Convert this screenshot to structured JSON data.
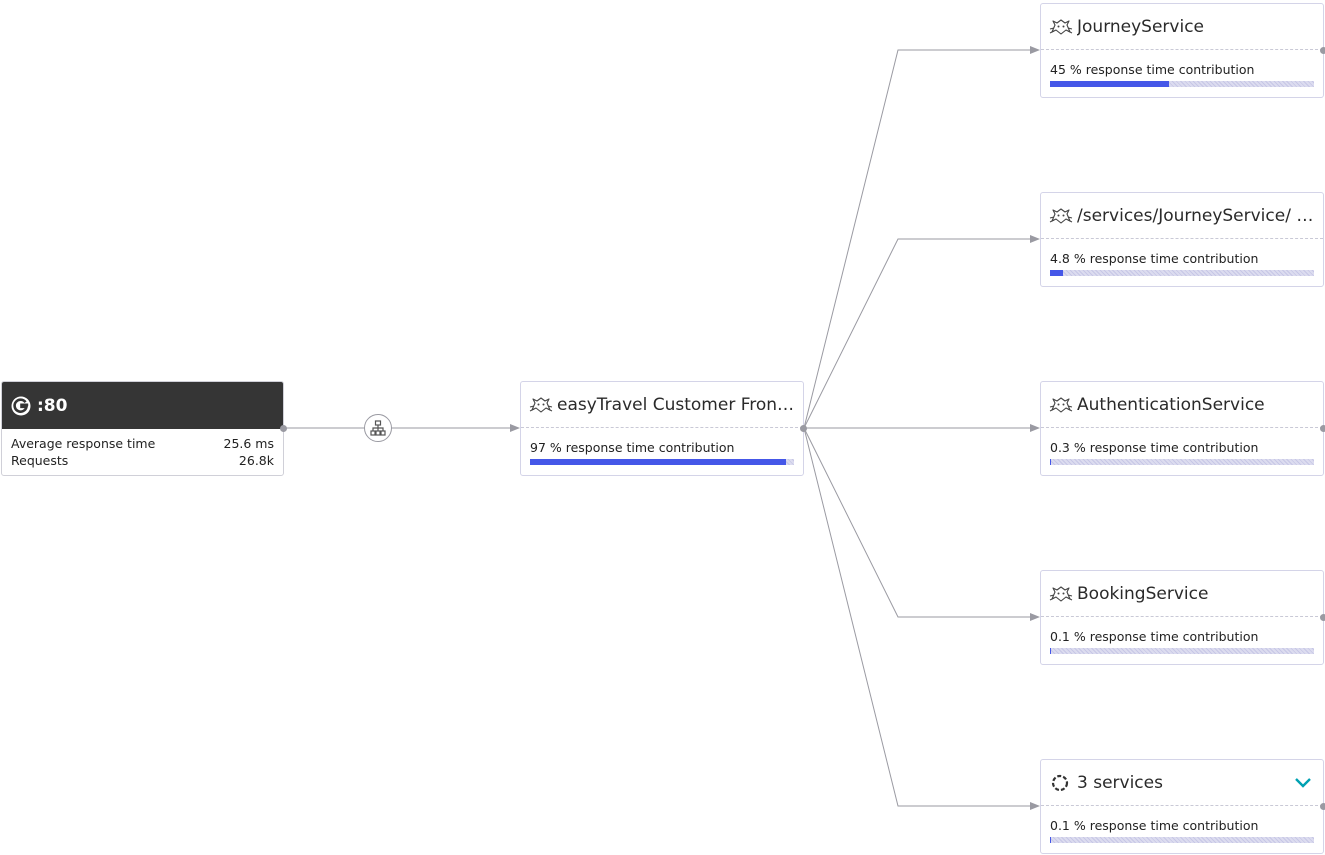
{
  "source": {
    "title": ":80",
    "rows": [
      {
        "label": "Average response time",
        "value": "25.6 ms"
      },
      {
        "label": "Requests",
        "value": "26.8k"
      }
    ]
  },
  "flow_icon": "service-flow-icon",
  "frontend": {
    "title": "easyTravel Customer Fron…",
    "contribution_label": "97 % response time contribution",
    "contribution": 0.97
  },
  "services": [
    {
      "title": "JourneyService",
      "contribution_label": "45 % response time contribution",
      "contribution": 0.45,
      "icon": "tomcat-service-icon"
    },
    {
      "title": "/services/JourneyService/ …",
      "contribution_label": "4.8 % response time contribution",
      "contribution": 0.048,
      "icon": "tomcat-service-icon"
    },
    {
      "title": "AuthenticationService",
      "contribution_label": "0.3 % response time contribution",
      "contribution": 0.003,
      "icon": "tomcat-service-icon"
    },
    {
      "title": "BookingService",
      "contribution_label": "0.1 % response time contribution",
      "contribution": 0.001,
      "icon": "tomcat-service-icon"
    },
    {
      "title": "3 services",
      "contribution_label": "0.1 % response time contribution",
      "contribution": 0.001,
      "icon": "service-group-icon",
      "expandable": true
    }
  ],
  "colors": {
    "bar_fill": "#4557e8",
    "source_header": "#353535",
    "chevron": "#00a1b2",
    "connector": "#9a9aa2"
  }
}
